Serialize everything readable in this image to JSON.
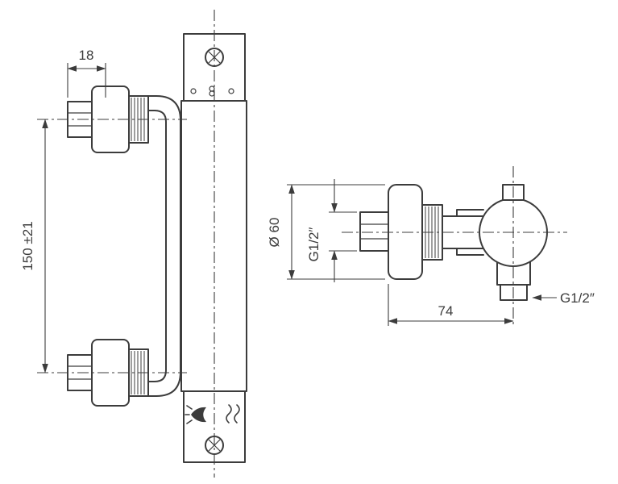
{
  "colors": {
    "background": "#ffffff",
    "line": "#3c3c3c"
  },
  "front_view": {
    "dim_fitting_width": "18",
    "dim_center_distance": "150 ±21"
  },
  "side_view": {
    "dim_body_diameter": "Ø 60",
    "dim_inlet_thread": "G1/2″",
    "dim_depth": "74",
    "dim_outlet_thread": "G1/2″"
  }
}
